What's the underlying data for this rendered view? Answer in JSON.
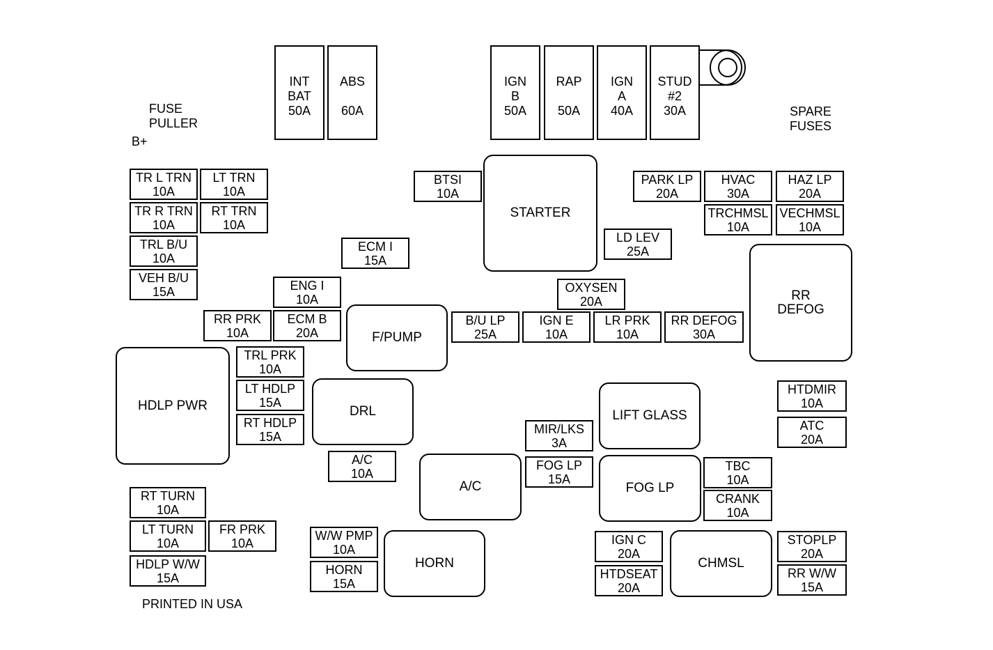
{
  "labels": {
    "fuse_puller": [
      "FUSE",
      "PULLER"
    ],
    "b_plus": "B+",
    "spare_fuses": [
      "SPARE",
      "FUSES"
    ],
    "printed": "PRINTED IN USA"
  },
  "maxi_fuses": [
    {
      "lines": [
        "INT",
        "BAT",
        "50A"
      ]
    },
    {
      "lines": [
        "ABS",
        "",
        "60A"
      ]
    },
    {
      "lines": [
        "IGN",
        "B",
        "50A"
      ]
    },
    {
      "lines": [
        "RAP",
        "",
        "50A"
      ]
    },
    {
      "lines": [
        "IGN",
        "A",
        "40A"
      ]
    },
    {
      "lines": [
        "STUD",
        "#2",
        "30A"
      ]
    }
  ],
  "fuses": [
    {
      "lines": [
        "TR L TRN",
        "10A"
      ]
    },
    {
      "lines": [
        "LT TRN",
        "10A"
      ]
    },
    {
      "lines": [
        "TR R TRN",
        "10A"
      ]
    },
    {
      "lines": [
        "RT TRN",
        "10A"
      ]
    },
    {
      "lines": [
        "TRL B/U",
        "10A"
      ]
    },
    {
      "lines": [
        "VEH B/U",
        "15A"
      ]
    },
    {
      "lines": [
        "BTSI",
        "10A"
      ]
    },
    {
      "lines": [
        "ECM I",
        "15A"
      ]
    },
    {
      "lines": [
        "ENG I",
        "10A"
      ]
    },
    {
      "lines": [
        "RR PRK",
        "10A"
      ]
    },
    {
      "lines": [
        "ECM B",
        "20A"
      ]
    },
    {
      "lines": [
        "PARK LP",
        "20A"
      ]
    },
    {
      "lines": [
        "HVAC",
        "30A"
      ]
    },
    {
      "lines": [
        "HAZ LP",
        "20A"
      ]
    },
    {
      "lines": [
        "TRCHMSL",
        "10A"
      ]
    },
    {
      "lines": [
        "VECHMSL",
        "10A"
      ]
    },
    {
      "lines": [
        "LD LEV",
        "25A"
      ]
    },
    {
      "lines": [
        "OXYSEN",
        "20A"
      ]
    },
    {
      "lines": [
        "B/U LP",
        "25A"
      ]
    },
    {
      "lines": [
        "IGN E",
        "10A"
      ]
    },
    {
      "lines": [
        "LR PRK",
        "10A"
      ]
    },
    {
      "lines": [
        "RR DEFOG",
        "30A"
      ]
    },
    {
      "lines": [
        "TRL PRK",
        "10A"
      ]
    },
    {
      "lines": [
        "LT HDLP",
        "15A"
      ]
    },
    {
      "lines": [
        "RT HDLP",
        "15A"
      ]
    },
    {
      "lines": [
        "A/C",
        "10A"
      ]
    },
    {
      "lines": [
        "MIR/LKS",
        "3A"
      ]
    },
    {
      "lines": [
        "FOG LP",
        "15A"
      ]
    },
    {
      "lines": [
        "HTDMIR",
        "10A"
      ]
    },
    {
      "lines": [
        "ATC",
        "20A"
      ]
    },
    {
      "lines": [
        "TBC",
        "10A"
      ]
    },
    {
      "lines": [
        "CRANK",
        "10A"
      ]
    },
    {
      "lines": [
        "RT TURN",
        "10A"
      ]
    },
    {
      "lines": [
        "LT TURN",
        "10A"
      ]
    },
    {
      "lines": [
        "FR PRK",
        "10A"
      ]
    },
    {
      "lines": [
        "HDLP W/W",
        "15A"
      ]
    },
    {
      "lines": [
        "W/W PMP",
        "10A"
      ]
    },
    {
      "lines": [
        "HORN",
        "15A"
      ]
    },
    {
      "lines": [
        "IGN C",
        "20A"
      ]
    },
    {
      "lines": [
        "HTDSEAT",
        "20A"
      ]
    },
    {
      "lines": [
        "STOPLP",
        "20A"
      ]
    },
    {
      "lines": [
        "RR W/W",
        "15A"
      ]
    }
  ],
  "relays": [
    {
      "lines": [
        "STARTER"
      ]
    },
    {
      "lines": [
        "RR",
        "DEFOG"
      ]
    },
    {
      "lines": [
        "F/PUMP"
      ]
    },
    {
      "lines": [
        "HDLP PWR"
      ]
    },
    {
      "lines": [
        "DRL"
      ]
    },
    {
      "lines": [
        "LIFT GLASS"
      ]
    },
    {
      "lines": [
        "A/C"
      ]
    },
    {
      "lines": [
        "FOG LP"
      ]
    },
    {
      "lines": [
        "HORN"
      ]
    },
    {
      "lines": [
        "CHMSL"
      ]
    }
  ]
}
